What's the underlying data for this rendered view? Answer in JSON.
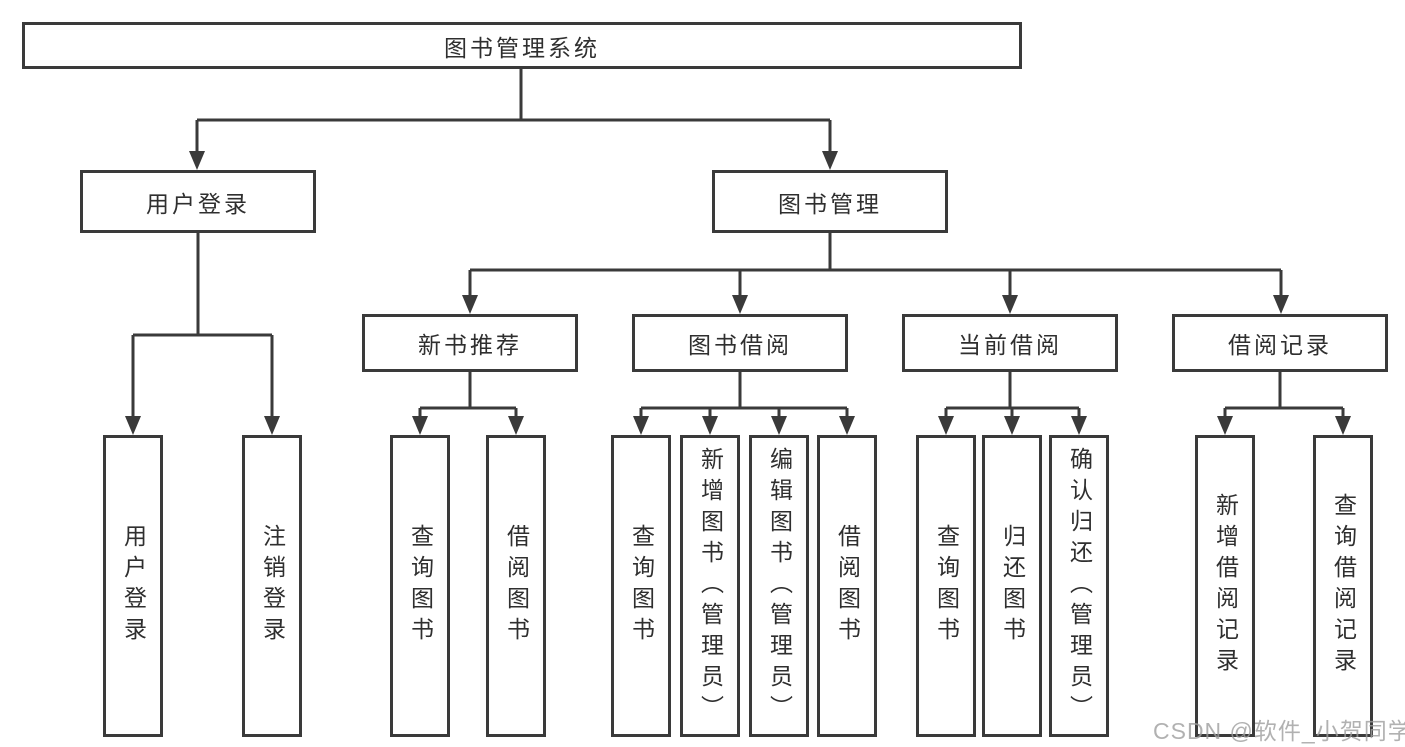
{
  "diagram": {
    "tree": {
      "label": "图书管理系统",
      "children": [
        {
          "label": "用户登录",
          "children": [
            {
              "label": "用户登录"
            },
            {
              "label": "注销登录"
            }
          ]
        },
        {
          "label": "图书管理",
          "children": [
            {
              "label": "新书推荐",
              "children": [
                {
                  "label": "查询图书"
                },
                {
                  "label": "借阅图书"
                }
              ]
            },
            {
              "label": "图书借阅",
              "children": [
                {
                  "label": "查询图书"
                },
                {
                  "label": "新增图书（管理员）"
                },
                {
                  "label": "编辑图书（管理员）"
                },
                {
                  "label": "借阅图书"
                }
              ]
            },
            {
              "label": "当前借阅",
              "children": [
                {
                  "label": "查询图书"
                },
                {
                  "label": "归还图书"
                },
                {
                  "label": "确认归还（管理员）"
                }
              ]
            },
            {
              "label": "借阅记录",
              "children": [
                {
                  "label": "新增借阅记录"
                },
                {
                  "label": "查询借阅记录"
                }
              ]
            }
          ]
        }
      ]
    },
    "watermark": "CSDN @软件_小贺同学",
    "colors": {
      "line": "#3a3a3a",
      "box_border": "#3a3a3a",
      "box_fill": "#ffffff",
      "text": "#2f2f2f",
      "watermark": "#9e9e9e",
      "background": "#ffffff"
    }
  }
}
